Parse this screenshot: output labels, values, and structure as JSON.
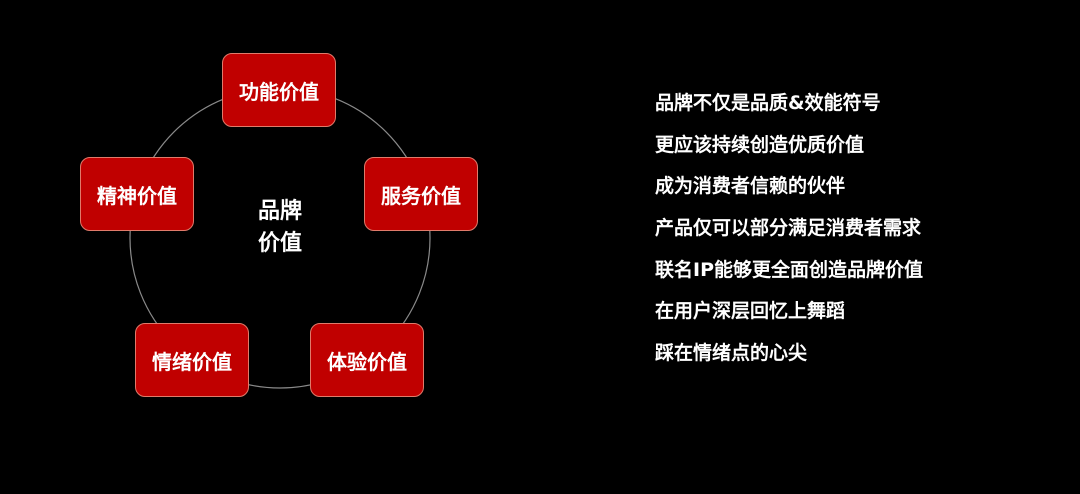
{
  "diagram": {
    "center": [
      "品牌",
      "价值"
    ],
    "nodes": {
      "top": "功能价值",
      "right": "服务价值",
      "left": "精神价值",
      "bottom_left": "情绪价值",
      "bottom_right": "体验价值"
    },
    "colors": {
      "node_fill": "#c00000",
      "ring": "#8a8a8a",
      "background": "#000000"
    }
  },
  "text_lines": [
    "品牌不仅是品质&效能符号",
    "更应该持续创造优质价值",
    "成为消费者信赖的伙伴",
    "产品仅可以部分满足消费者需求",
    "联名IP能够更全面创造品牌价值",
    "在用户深层回忆上舞蹈",
    "踩在情绪点的心尖"
  ]
}
